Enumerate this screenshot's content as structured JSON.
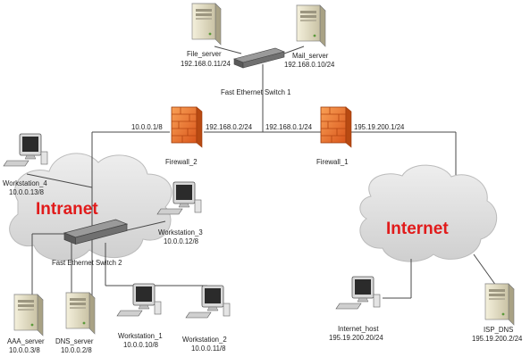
{
  "colors": {
    "cloud": "#dcdcdc",
    "firewall": "#f07a33",
    "switch": "#6b6b6b",
    "cloud_text": "#e11b1b"
  },
  "clouds": {
    "intranet": "Intranet",
    "internet": "Internet"
  },
  "switches": {
    "switch_1": "Fast Ethernet Switch 1",
    "switch_2": "Fast Ethernet Switch 2"
  },
  "firewalls": {
    "firewall_1": "Firewall_1",
    "firewall_2": "Firewall_2"
  },
  "links": {
    "fw2_left": "10.0.0.1/8",
    "fw2_right": "192.168.0.2/24",
    "fw1_left": "192.168.0.1/24",
    "fw1_right": "195.19.200.1/24"
  },
  "nodes": {
    "file_server": {
      "name": "File_server",
      "ip": "192.168.0.11/24"
    },
    "mail_server": {
      "name": "Mail_server",
      "ip": "192.168.0.10/24"
    },
    "workstation_4": {
      "name": "Workstation_4",
      "ip": "10.0.0.13/8"
    },
    "workstation_3": {
      "name": "Workstation_3",
      "ip": "10.0.0.12/8"
    },
    "workstation_1": {
      "name": "Workstation_1",
      "ip": "10.0.0.10/8"
    },
    "workstation_2": {
      "name": "Workstation_2",
      "ip": "10.0.0.11/8"
    },
    "aaa_server": {
      "name": "AAA_server",
      "ip": "10.0.0.3/8"
    },
    "dns_server": {
      "name": "DNS_server",
      "ip": "10.0.0.2/8"
    },
    "internet_host": {
      "name": "Internet_host",
      "ip": "195.19.200.20/24"
    },
    "isp_dns": {
      "name": "ISP_DNS",
      "ip": "195.19.200.2/24"
    }
  }
}
